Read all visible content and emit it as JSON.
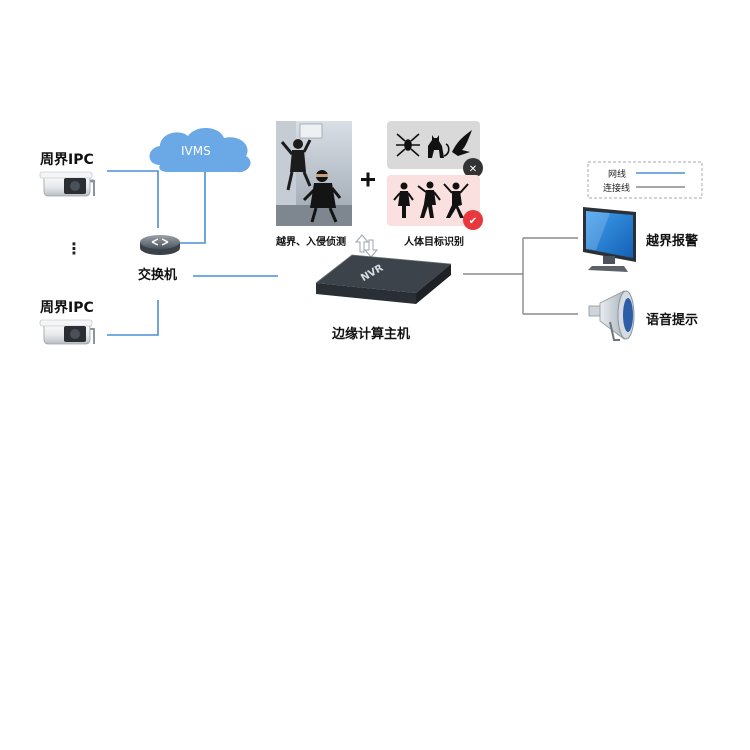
{
  "colors": {
    "network_line": "#4a8fd8",
    "connect_line": "#8a8a8a",
    "cloud": "#6aa9e6",
    "nvr_body": "#3d434a",
    "monitor_screen": "#1f7fd6",
    "reject_badge": "#333333",
    "accept_badge": "#e8383d",
    "human_panel_bg": "#fbe0e0",
    "animal_panel_bg": "#d9d9d9"
  },
  "left": {
    "ipc_top_label": "周界IPC",
    "ipc_bottom_label": "周界IPC",
    "dots": "⋮",
    "switch_label": "交换机"
  },
  "cloud": {
    "label": "IVMS"
  },
  "center": {
    "intrusion_caption": "越界、入侵侦测",
    "human_caption": "人体目标识别",
    "plus": "+",
    "nvr_text": "NVR",
    "nvr_caption": "边缘计算主机",
    "reject_mark": "✕",
    "accept_mark": "✔"
  },
  "right": {
    "alarm_label": "越界报警",
    "voice_label": "语音提示"
  },
  "legend": {
    "network": "网线",
    "connect": "连接线"
  },
  "icons": {
    "camera": "camera-icon",
    "switch": "network-switch-icon",
    "cloud": "cloud-icon",
    "nvr": "nvr-box-icon",
    "monitor": "monitor-icon",
    "speaker": "horn-speaker-icon"
  }
}
